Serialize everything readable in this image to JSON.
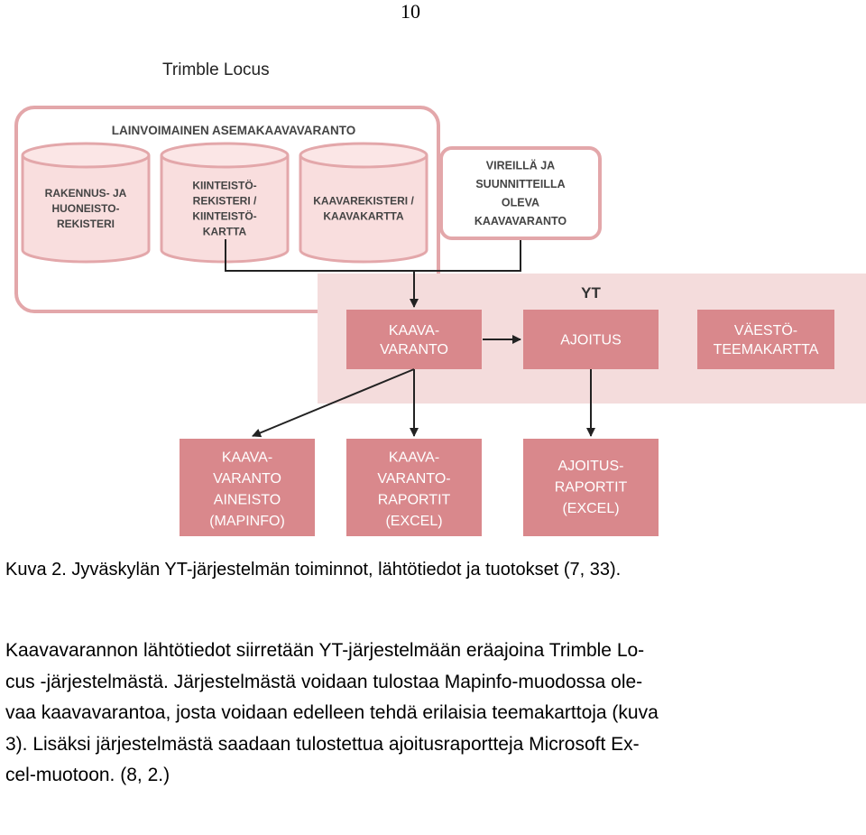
{
  "page_number": "10",
  "diagram": {
    "trimble_title": "Trimble Locus",
    "lainvoimainen": "LAINVOIMAINEN ASEMAKAAVAVARANTO",
    "cylinders": [
      {
        "lines": [
          "RAKENNUS- JA",
          "HUONEISTO-",
          "REKISTERI"
        ]
      },
      {
        "lines": [
          "KIINTEISTÖ-",
          "REKISTERI /",
          "KIINTEISTÖ-",
          "KARTTA"
        ]
      },
      {
        "lines": [
          "KAAVAREKISTERI /",
          "KAAVAKARTTA"
        ]
      }
    ],
    "vireilla": {
      "lines": [
        "VIREILLÄ JA",
        "SUUNNITTEILLA",
        "OLEVA",
        "KAAVAVARANTO"
      ]
    },
    "yt_label": "YT",
    "yt_boxes": [
      {
        "lines": [
          "KAAVA-",
          "VARANTO"
        ]
      },
      {
        "lines": [
          "AJOITUS"
        ]
      },
      {
        "lines": [
          "VÄESTÖ-",
          "TEEMAKARTTA"
        ]
      }
    ],
    "outputs": [
      {
        "lines": [
          "KAAVA-",
          "VARANTO",
          "AINEISTO",
          "(MAPINFO)"
        ]
      },
      {
        "lines": [
          "KAAVA-",
          "VARANTO-",
          "RAPORTIT",
          "(EXCEL)"
        ]
      },
      {
        "lines": [
          "AJOITUS-",
          "RAPORTIT",
          "(EXCEL)"
        ]
      }
    ],
    "colors": {
      "outline": "#e3a7aa",
      "fill_light": "#f9dede",
      "yt_background": "#f4dcdc",
      "box_fill": "#d9888c",
      "arrow": "#222222"
    }
  },
  "caption": "Kuva 2. Jyväskylän YT-järjestelmän toiminnot, lähtötiedot ja tuotokset (7, 33).",
  "paragraph_lines": [
    "Kaavavarannon lähtötiedot siirretään YT-järjestelmään eräajoina Trimble Lo-",
    "cus -järjestelmästä. Järjestelmästä voidaan tulostaa Mapinfo-muodossa ole-",
    "vaa kaavavarantoa, josta voidaan edelleen tehdä erilaisia teemakarttoja (kuva",
    "3). Lisäksi järjestelmästä saadaan tulostettua ajoitusraportteja Microsoft Ex-",
    "cel-muotoon. (8, 2.)"
  ]
}
